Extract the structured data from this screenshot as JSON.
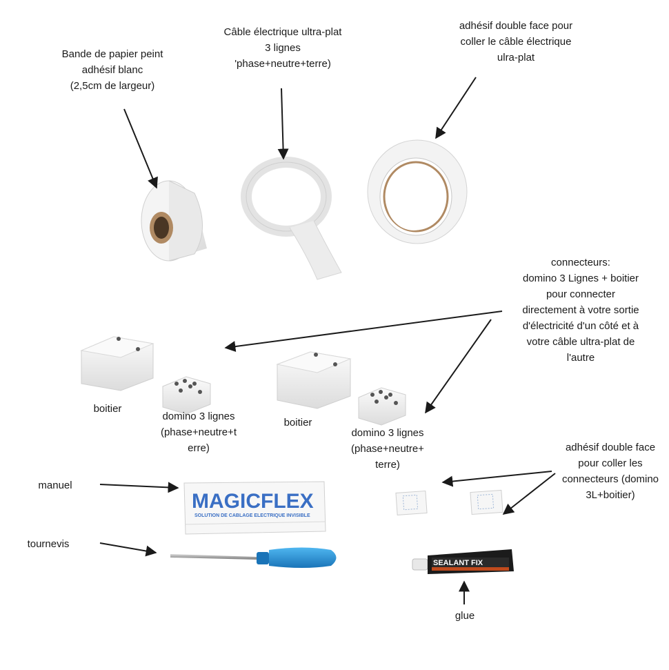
{
  "labels": {
    "paper_tape": [
      "Bande de papier peint",
      "adhésif blanc",
      "(2,5cm de largeur)"
    ],
    "flat_cable": [
      "Câble électrique ultra-plat",
      "3 lignes",
      "'phase+neutre+terre)"
    ],
    "double_tape_cable": [
      "adhésif double face pour",
      "coller le câble électrique",
      "ulra-plat"
    ],
    "connectors": [
      "connecteurs:",
      "domino 3 Lignes + boitier",
      "pour connecter",
      "directement à votre sortie",
      "d'électricité d'un côté et à",
      "votre câble ultra-plat de",
      "l'autre"
    ],
    "boitier_left": "boitier",
    "domino_left": [
      "domino 3 lignes",
      "(phase+neutre+t",
      "erre)"
    ],
    "boitier_right": "boitier",
    "domino_right": [
      "domino 3 lignes",
      "(phase+neutre+",
      "terre)"
    ],
    "double_tape_connectors": [
      "adhésif double face",
      "pour coller les",
      "connecteurs (domino",
      "3L+boitier)"
    ],
    "manuel": "manuel",
    "tournevis": "tournevis",
    "glue": "glue"
  },
  "product_text": {
    "manual_logo": "MAGICFLEX",
    "manual_tagline": "SOLUTION DE CABLAGE ELECTRIQUE INVISIBLE",
    "glue_brand": "SEALANT FIX"
  },
  "colors": {
    "text": "#1a1a1a",
    "screwdriver_handle": "#1e8fd6",
    "logo_blue": "#3a6fc4",
    "glue_tube": "#1b1b1b",
    "glue_cap": "#e8e8e8",
    "tape_white": "#f2f2f2",
    "cardboard": "#b08a63"
  },
  "icons": [
    "paper-tape-roll",
    "flat-cable-roll",
    "double-sided-tape-roll",
    "junction-box",
    "domino-connector",
    "adhesive-pad",
    "manual-booklet",
    "screwdriver",
    "glue-tube"
  ]
}
